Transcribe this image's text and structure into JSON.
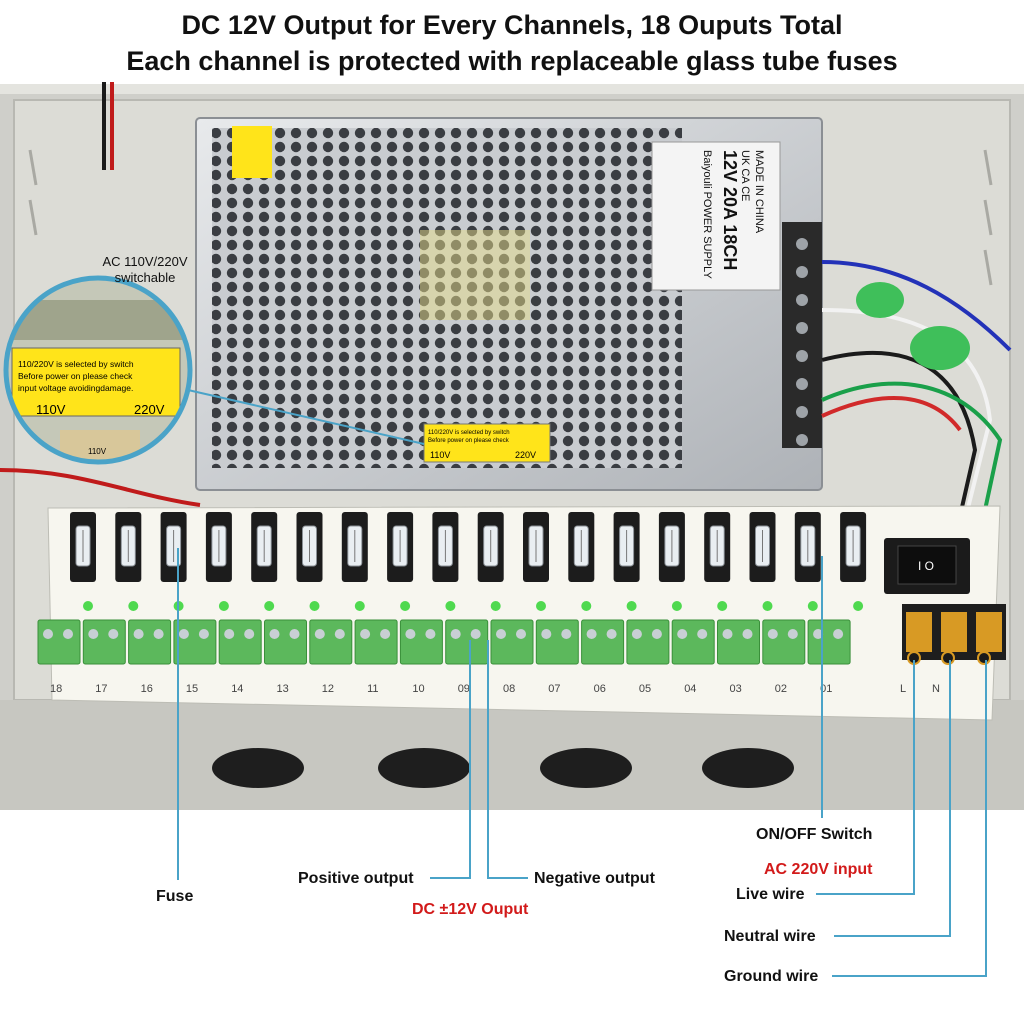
{
  "headline": {
    "line1": "DC 12V Output for Every Channels, 18 Ouputs Total",
    "line2": "Each channel is protected with replaceable glass tube fuses"
  },
  "psu_label": {
    "brand": "Baiyouli POWER SUPPLY",
    "model": "12V 20A 18CH",
    "certs": "UK CA CE",
    "origin": "MADE IN CHINA"
  },
  "voltage_switch": {
    "title": "AC 110V/220V",
    "subtitle": "switchable",
    "warning_line1": "110/220V is selected by switch",
    "warning_line2": "Before power on please check",
    "warning_line3": "input voltage avoidingdamage.",
    "left_value": "110V",
    "right_value": "220V",
    "small_value": "110V"
  },
  "board": {
    "channel_labels": [
      "18",
      "17",
      "16",
      "15",
      "14",
      "13",
      "12",
      "11",
      "10",
      "09",
      "08",
      "07",
      "06",
      "05",
      "04",
      "03",
      "02",
      "01"
    ],
    "terminal_labels": [
      "L",
      "N"
    ]
  },
  "callouts": {
    "fuse": "Fuse",
    "positive_output": "Positive output",
    "negative_output": "Negative output",
    "dc_output": "DC ±12V Ouput",
    "on_off_switch": "ON/OFF Switch",
    "ac_input": "AC 220V input",
    "live_wire": "Live wire",
    "neutral_wire": "Neutral wire",
    "ground_wire": "Ground wire"
  },
  "colors": {
    "callout_line": "#4aa3c8",
    "accent_red": "#d21a1a",
    "terminal_green": "#5cb85c",
    "enclosure": "#d9d9d4"
  }
}
